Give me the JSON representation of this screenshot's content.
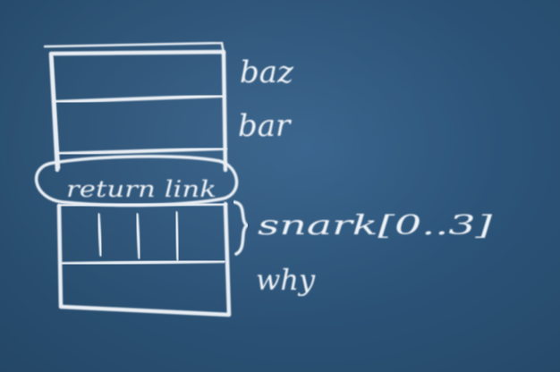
{
  "diagram": {
    "labels": {
      "baz": "baz",
      "bar": "bar",
      "return_link": "return link",
      "snark": "snark[0..3]",
      "why": "why"
    },
    "colors": {
      "board": "#2c5479",
      "chalk": "#e8eef4"
    }
  }
}
